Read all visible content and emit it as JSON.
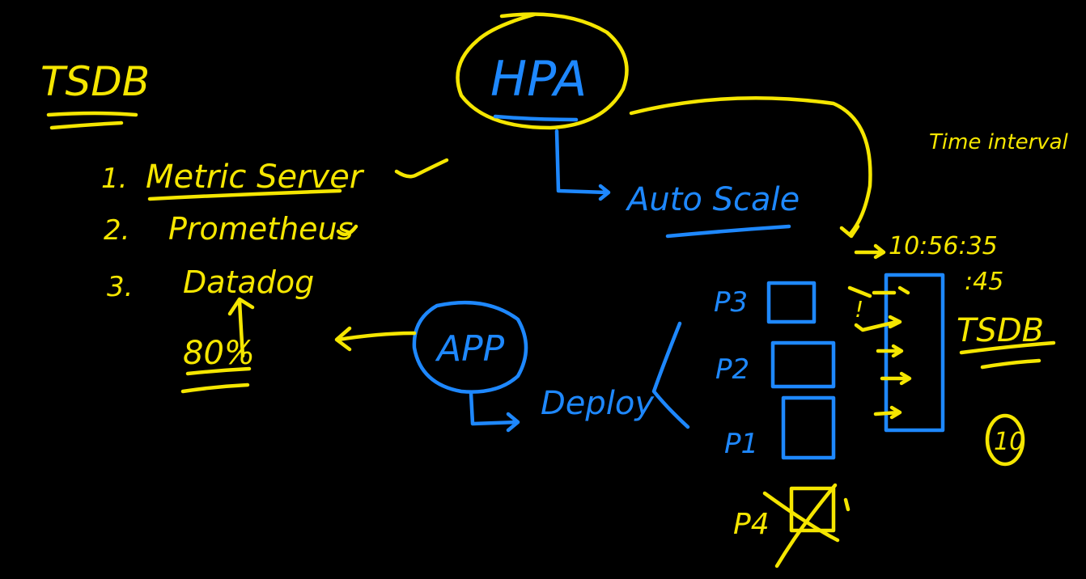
{
  "colors": {
    "background": "#000000",
    "yellow": "#f5e600",
    "blue": "#1e88ff"
  },
  "left": {
    "title": "TSDB",
    "items": [
      {
        "num": "1.",
        "label": "Metric Server"
      },
      {
        "num": "2.",
        "label": "Prometheus"
      },
      {
        "num": "3.",
        "label": "Datadog"
      }
    ],
    "threshold": "80%"
  },
  "hpa": {
    "label": "HPA",
    "action": "Auto Scale"
  },
  "app": {
    "label": "APP",
    "action": "Deploy"
  },
  "pods": {
    "p3": "P3",
    "p2": "P2",
    "p1": "P1",
    "p4": "P4"
  },
  "right": {
    "time_interval": "Time interval",
    "time1": "10:56:35",
    "time2": ":45",
    "tsdb": "TSDB",
    "circled": "10",
    "exclaim": "!"
  }
}
